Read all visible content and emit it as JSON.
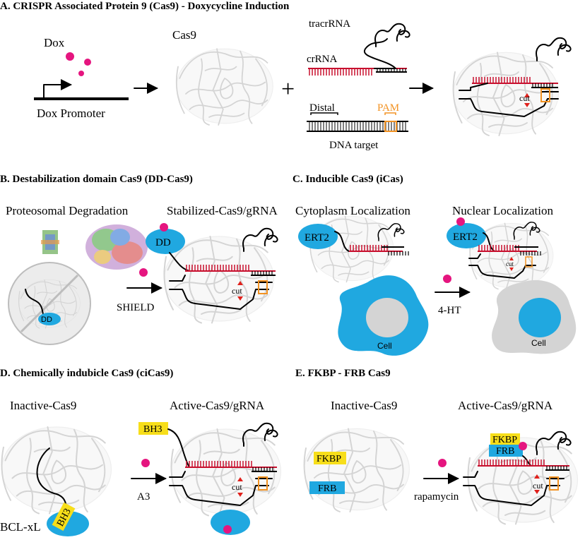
{
  "colors": {
    "dox": "#e5157f",
    "cas9_blue": "#20a8e0",
    "yellow": "#f7de1a",
    "crRNA_red": "#c8102e",
    "pam_orange": "#f29222",
    "cut_red": "#e0201b",
    "cell_gray": "#d4d4d4",
    "protein_gray": "#d4d4d4"
  },
  "panels": [
    {
      "title": "A. CRISPR Associated Protein 9 (Cas9) - Doxycycline Induction"
    },
    {
      "title": "B. Destabilization domain Cas9 (DD-Cas9)"
    },
    {
      "title": "C. Inducible Cas9 (iCas)"
    },
    {
      "title": "D. Chemically indubicle Cas9 (ciCas9)"
    },
    {
      "title": "E. FKBP - FRB Cas9"
    }
  ],
  "panelA": {
    "dox": "Dox",
    "promoter": "Dox Promoter",
    "cas9": "Cas9",
    "plus": "+",
    "tracrRNA": "tracrRNA",
    "crRNA": "crRNA",
    "distal": "Distal",
    "pam": "PAM",
    "dna_target": "DNA target",
    "cut": "cut"
  },
  "panelB": {
    "left_label": "Proteosomal Degradation",
    "right_label": "Stabilized-Cas9/gRNA",
    "dd": "DD",
    "dd_small": "DD",
    "inducer": "SHIELD",
    "cut": "cut"
  },
  "panelC": {
    "left_label": "Cytoplasm Localization",
    "right_label": "Nuclear Localization",
    "ert2_left": "ERT2",
    "ert2_right": "ERT2",
    "inducer": "4-HT",
    "cell_left": "Cell",
    "cell_right": "Cell",
    "cut": "cut"
  },
  "panelD": {
    "left_label": "Inactive-Cas9",
    "right_label": "Active-Cas9/gRNA",
    "bh3_left": "BH3",
    "bh3_right": "BH3",
    "bclxl": "BCL-xL",
    "inducer": "A3",
    "cut": "cut"
  },
  "panelE": {
    "left_label": "Inactive-Cas9",
    "right_label": "Active-Cas9/gRNA",
    "fkbp_left": "FKBP",
    "frb_left": "FRB",
    "fkbp_right": "FKBP",
    "frb_right": "FRB",
    "inducer": "rapamycin",
    "cut": "cut"
  }
}
